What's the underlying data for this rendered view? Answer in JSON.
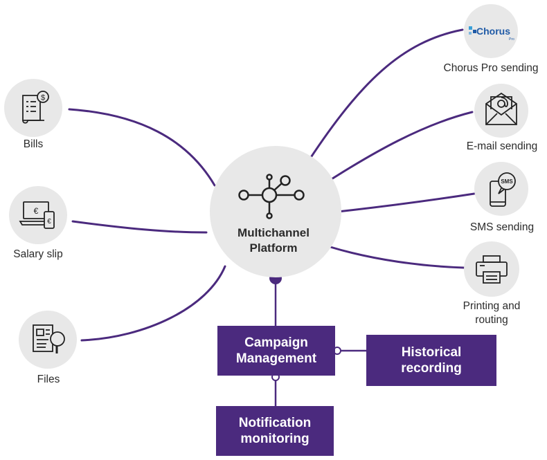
{
  "center": {
    "line1": "Multichannel",
    "line2": "Platform"
  },
  "inputs": [
    {
      "name": "bills",
      "label": "Bills",
      "icon": "bill-dollar-icon"
    },
    {
      "name": "salary-slip",
      "label": "Salary slip",
      "icon": "laptop-phone-euro-icon"
    },
    {
      "name": "files",
      "label": "Files",
      "icon": "document-magnifier-icon"
    }
  ],
  "outputs": [
    {
      "name": "chorus-pro",
      "label": "Chorus Pro sending",
      "icon": "chorus-logo",
      "logo_text": "Chorus",
      "logo_sub": "Pro"
    },
    {
      "name": "email",
      "label": "E-mail sending",
      "icon": "envelope-at-icon"
    },
    {
      "name": "sms",
      "label": "SMS sending",
      "icon": "phone-sms-icon",
      "bubble_text": "SMS"
    },
    {
      "name": "printing",
      "label_line1": "Printing and",
      "label_line2": "routing",
      "icon": "printer-icon"
    }
  ],
  "boxes": {
    "campaign": {
      "line1": "Campaign",
      "line2": "Management"
    },
    "historical": {
      "line1": "Historical",
      "line2": "recording"
    },
    "notification": {
      "line1": "Notification",
      "line2": "monitoring"
    }
  },
  "colors": {
    "accent": "#4b2a7e",
    "circle": "#e8e8e8",
    "text": "#2b2b2b",
    "box_text": "#ffffff",
    "chorus_blue": "#1f5aa6"
  }
}
